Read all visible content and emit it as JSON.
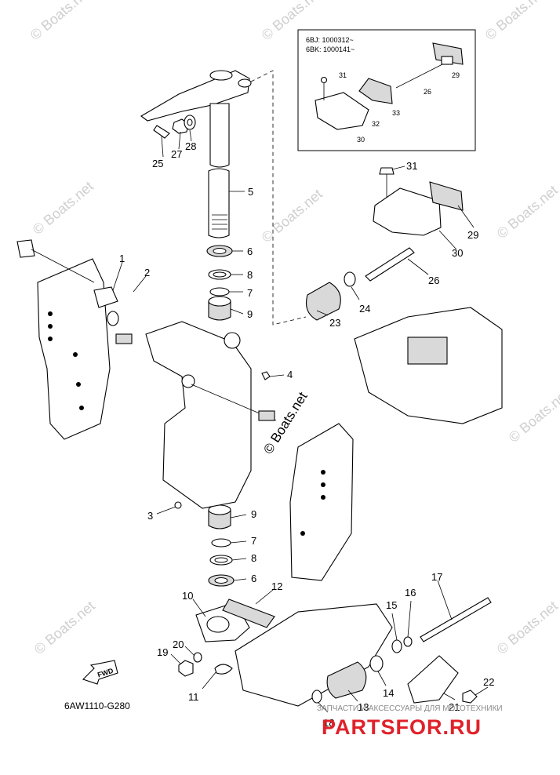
{
  "watermark": "© Boats.net",
  "diagram_code": "6AW1110-G280",
  "inset": {
    "serial_1": "6BJ: 1000312~",
    "serial_2": "6BK: 1000141~"
  },
  "fwd_label": "FWD",
  "brand": {
    "top": "ЗАПЧАСТИ И АКСЕССУАРЫ ДЛЯ МОТОТЕХНИКИ",
    "main": "PARTSFOR.RU"
  },
  "callouts": {
    "c1": "1",
    "c2": "2",
    "c3": "3",
    "c4": "4",
    "c5": "5",
    "c6a": "6",
    "c6b": "6",
    "c7a": "7",
    "c7b": "7",
    "c8a": "8",
    "c8b": "8",
    "c9a": "9",
    "c9b": "9",
    "c10": "10",
    "c11": "11",
    "c12": "12",
    "c13": "13",
    "c14": "14",
    "c15": "15",
    "c16": "16",
    "c17": "17",
    "c18": "18",
    "c19": "19",
    "c20": "20",
    "c21": "21",
    "c22": "22",
    "c23": "23",
    "c24": "24",
    "c25": "25",
    "c26": "26",
    "c27": "27",
    "c28": "28",
    "c29": "29",
    "c30": "30",
    "c31": "31",
    "i26": "26",
    "i29": "29",
    "i30": "30",
    "i31": "31",
    "i32": "32",
    "i33": "33"
  },
  "colors": {
    "brand_red": "#e0212a",
    "watermark_gray": "#cfcfcf"
  }
}
